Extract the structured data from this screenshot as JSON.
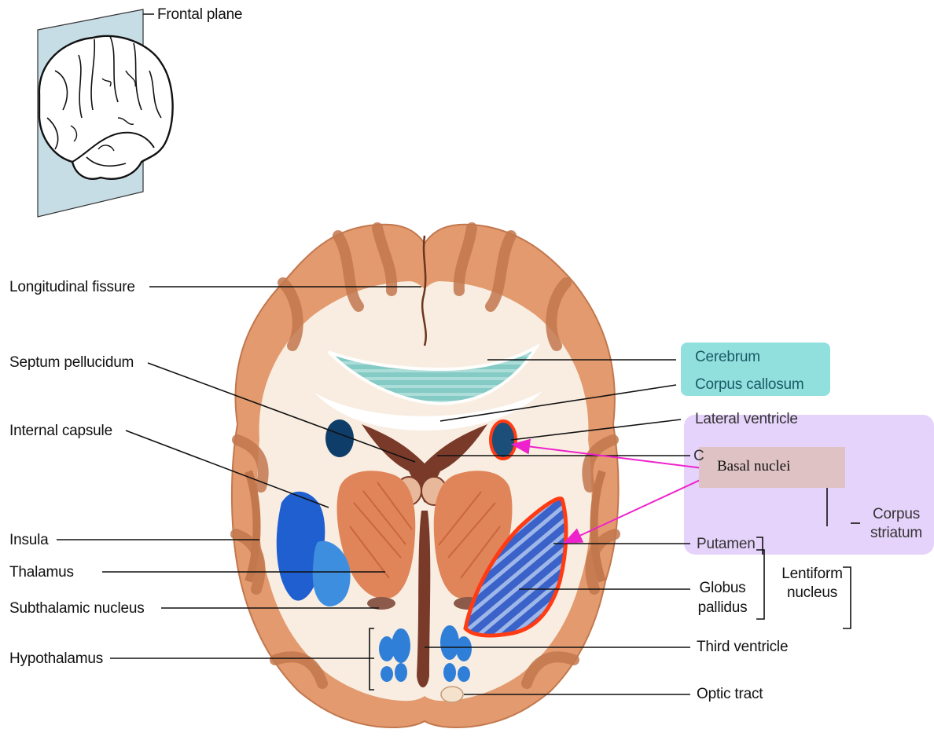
{
  "labels": {
    "frontal_plane": "Frontal plane",
    "longitudinal_fissure": "Longitudinal fissure",
    "septum_pellucidum": "Septum pellucidum",
    "internal_capsule": "Internal capsule",
    "insula": "Insula",
    "thalamus": "Thalamus",
    "subthalamic_nucleus": "Subthalamic nucleus",
    "hypothalamus": "Hypothalamus",
    "cerebrum": "Cerebrum",
    "corpus_callosum": "Corpus callosum",
    "lateral_ventricle": "Lateral ventricle",
    "caudate_fragment": "C",
    "putamen": "Putamen",
    "globus_line1": "Globus",
    "globus_line2": "pallidus",
    "lentiform_line1": "Lentiform",
    "lentiform_line2": "nucleus",
    "corpus_striatum_line1": "Corpus",
    "corpus_striatum_line2": "striatum",
    "third_ventricle": "Third ventricle",
    "optic_tract": "Optic tract",
    "basal_nuclei": "Basal nuclei"
  },
  "colors": {
    "cortex": "#e39a6e",
    "cortex_dark": "#c9784d",
    "white_matter": "#f8ede0",
    "basal_blue": "#1f5fd0",
    "hypothalamus_blue": "#2f7fd8",
    "highlight_outline": "#ff3b14",
    "arrow": "#ee22cc",
    "teal_box": "#7fdad8",
    "purple_box": "#e2cdfa"
  },
  "icons": {
    "brain_thumbnail": "brain-lateral-view-icon",
    "frontal_plane": "plane-sheet-icon"
  }
}
